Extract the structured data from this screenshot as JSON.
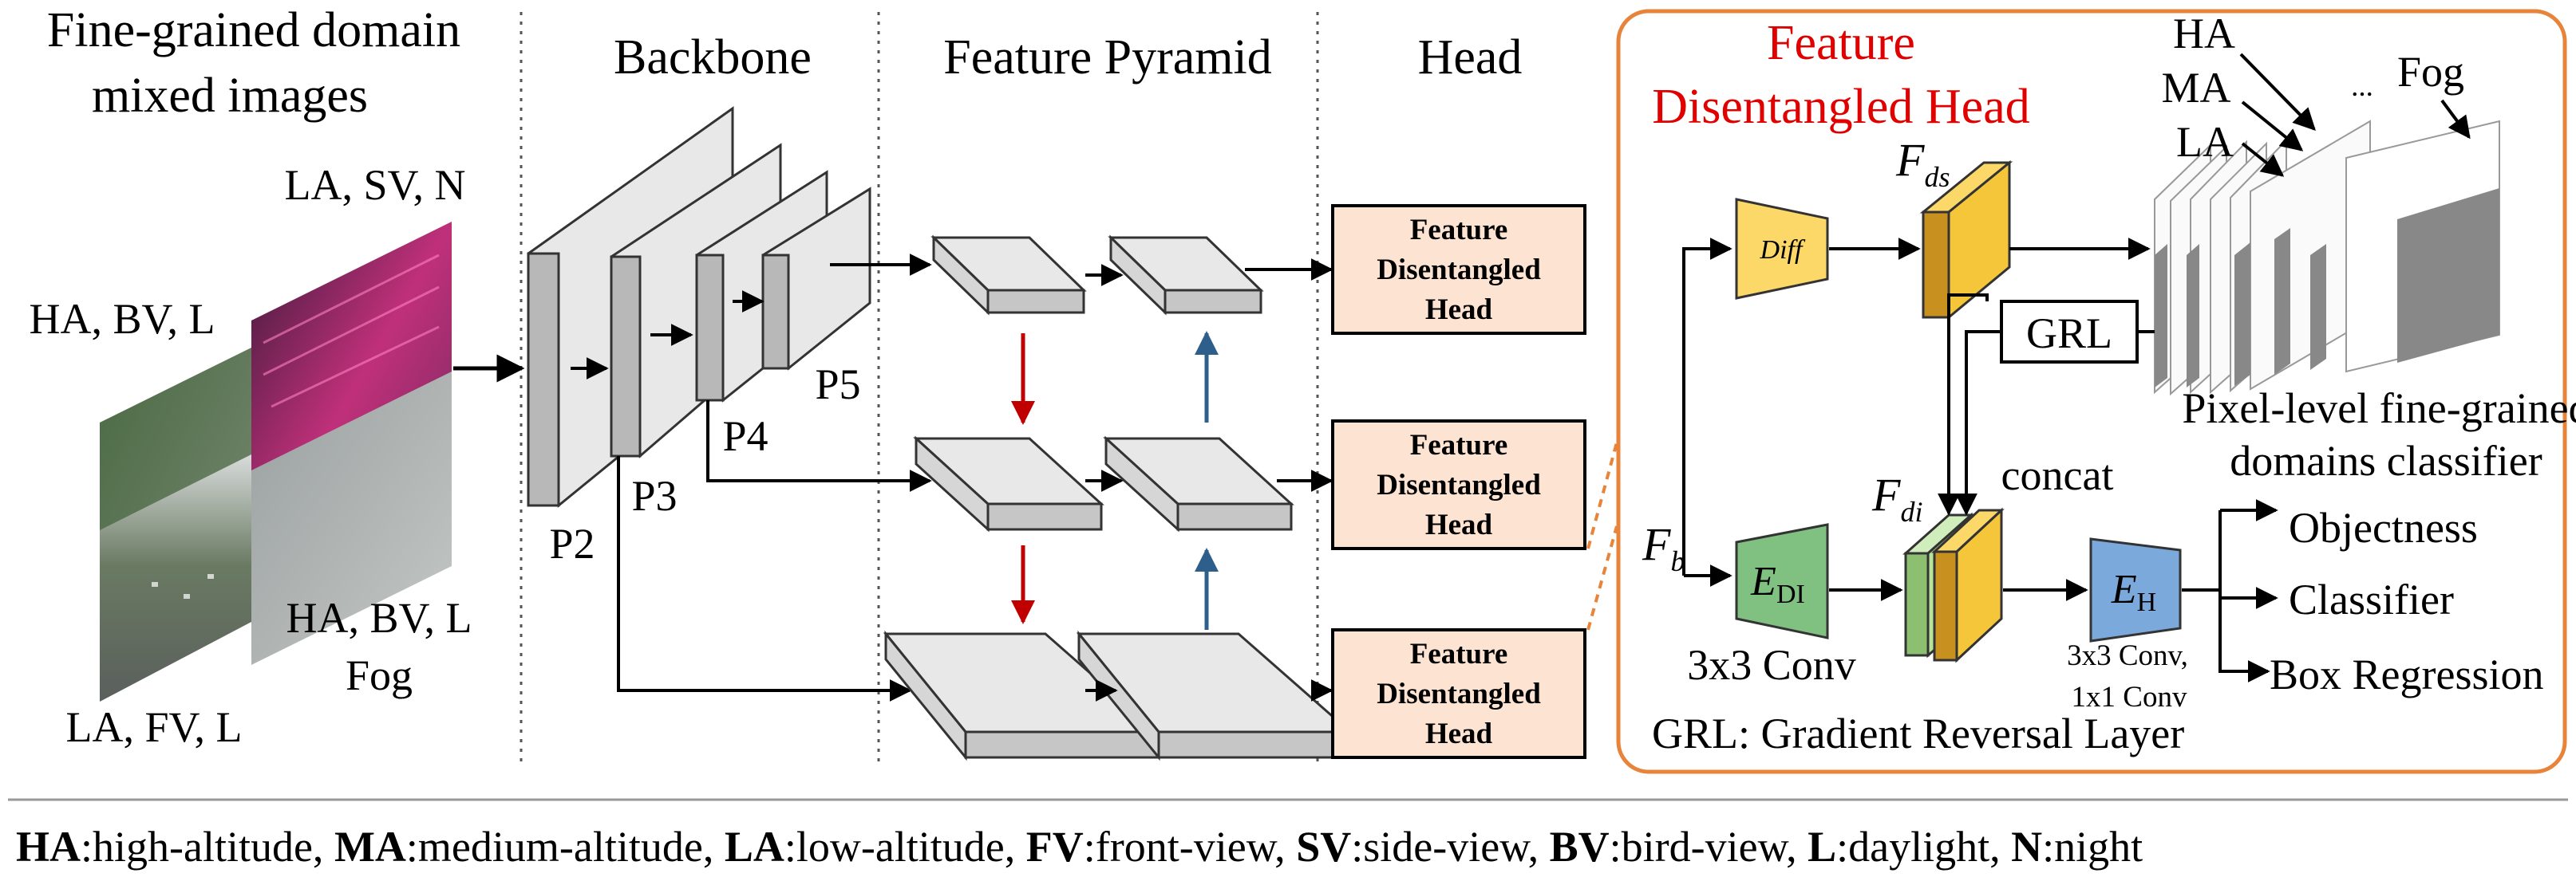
{
  "sections": {
    "input": [
      "Fine-grained domain",
      "mixed images"
    ],
    "backbone": "Backbone",
    "pyramid": "Feature Pyramid",
    "head": "Head"
  },
  "image_labels": {
    "top": "LA, SV, N",
    "left": "HA, BV, L",
    "right_1": "HA, BV, L",
    "right_2": "Fog",
    "bottom": "LA, FV, L"
  },
  "backbone_levels": [
    "P2",
    "P3",
    "P4",
    "P5"
  ],
  "fdh_box": [
    "Feature",
    "Disentangled",
    "Head"
  ],
  "detail": {
    "title": [
      "Feature",
      "Disentangled Head"
    ],
    "diff": "Diff",
    "f_ds": "F",
    "f_ds_sub": "ds",
    "f_di": "F",
    "f_di_sub": "di",
    "f_b": "F",
    "f_b_sub": "b",
    "e_di": "E",
    "e_di_sub": "DI",
    "e_h": "E",
    "e_h_sub": "H",
    "grl": "GRL",
    "concat": "concat",
    "conv1": "3x3 Conv",
    "conv2": [
      "3x3 Conv,",
      "1x1 Conv"
    ],
    "stack_labels": [
      "HA",
      "MA",
      "LA",
      "...",
      "Fog"
    ],
    "classifier": [
      "Pixel-level fine-grained",
      "domains classifier"
    ],
    "outputs": [
      "Objectness",
      "Classifier",
      "Box Regression"
    ],
    "grl_caption": "GRL: Gradient Reversal Layer"
  },
  "legend": [
    {
      "abbr": "HA",
      "text": ":high-altitude, "
    },
    {
      "abbr": "MA",
      "text": ":medium-altitude, "
    },
    {
      "abbr": "LA",
      "text": ":low-altitude, "
    },
    {
      "abbr": "FV",
      "text": ":front-view, "
    },
    {
      "abbr": "SV",
      "text": ":side-view, "
    },
    {
      "abbr": "BV",
      "text": ":bird-view, "
    },
    {
      "abbr": "L",
      "text": ":daylight, "
    },
    {
      "abbr": "N",
      "text": ":night"
    }
  ],
  "colors": {
    "head_fill": "#fde4d2",
    "detail_border": "#e8833a",
    "diff_fill": "#fbd867",
    "feature_yellow": "#f6c63a",
    "feature_green": "#b8e39a",
    "e_di_fill": "#80c080",
    "e_h_fill": "#7ca9dc",
    "down_arrow": "#c00000",
    "up_arrow": "#2e5f8a"
  }
}
